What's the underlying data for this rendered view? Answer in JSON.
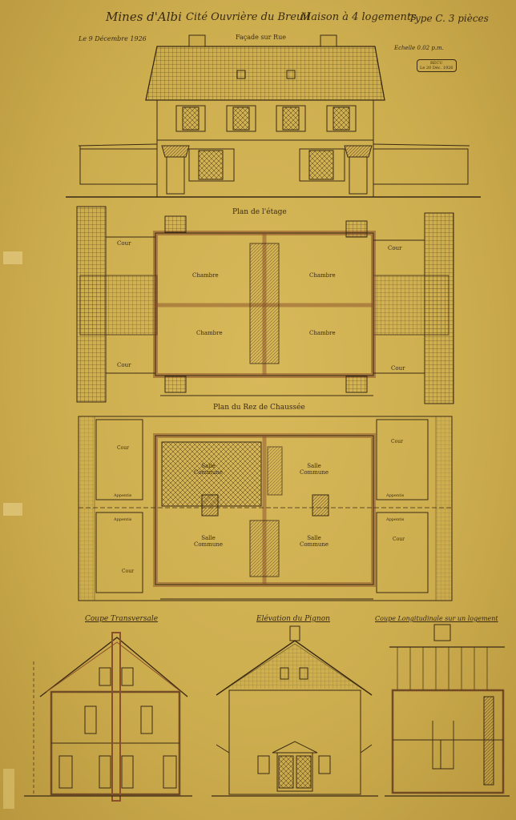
{
  "header": {
    "site": "Mines d'Albi",
    "cite": "Cité Ouvrière du Breuil",
    "maison": "Maison à 4 logements",
    "type": "Type C. 3 pièces",
    "date": "Le 9 Décembre 1926",
    "scale": "Echelle 0.02 p.m."
  },
  "sections": {
    "facade": "Façade sur Rue",
    "plan_etage": "Plan de l'étage",
    "plan_rdc": "Plan du Rez de Chaussée",
    "coupe_transversale": "Coupe Transversale",
    "elevation_pignon": "Elévation du Pignon",
    "coupe_longitudinale": "Coupe Longitudinale sur un logement"
  },
  "rooms": {
    "chambre": "Chambre",
    "cour": "Cour",
    "salle_commune": "Salle Commune",
    "appentis": "Appentis"
  },
  "stamp": {
    "line1": "RECU",
    "line2": "Le 20 Déc. 1926"
  }
}
